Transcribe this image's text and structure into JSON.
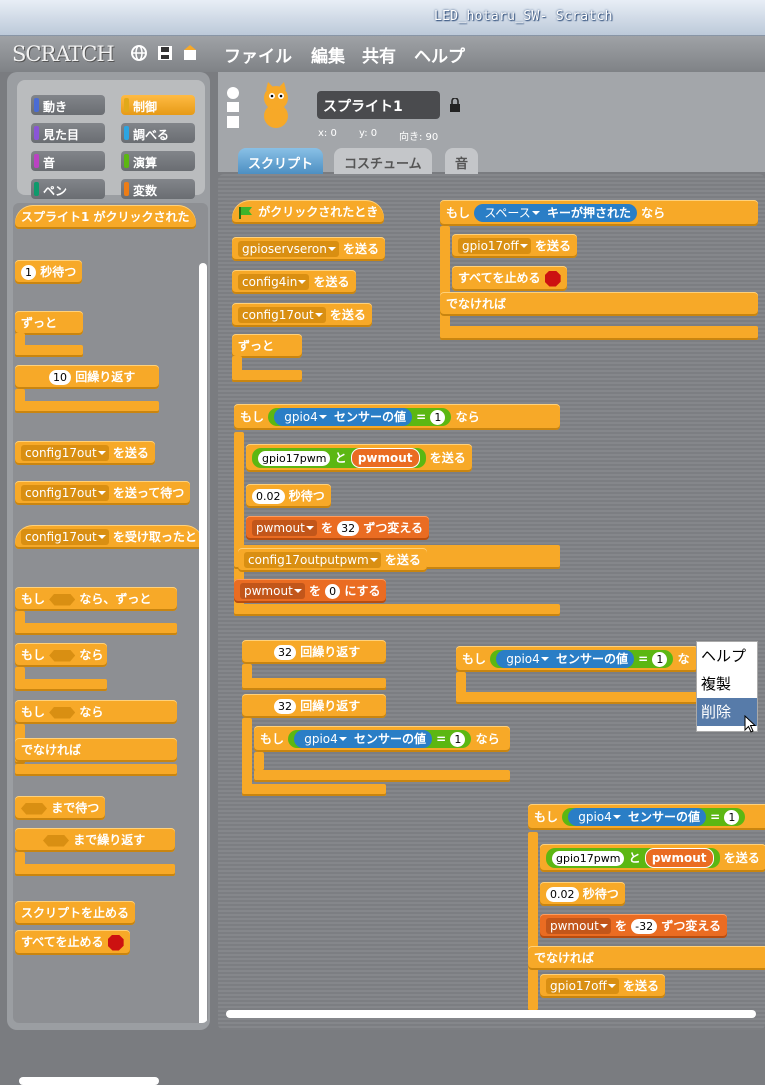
{
  "window": {
    "title": "LED_hotaru_SW- Scratch"
  },
  "menu": {
    "logo": "SCRATCH",
    "items": [
      "ファイル",
      "編集",
      "共有",
      "ヘルプ"
    ]
  },
  "categories": [
    {
      "label": "動き",
      "color": "#4a6cd4"
    },
    {
      "label": "制御",
      "color": "#e1a91a",
      "selected": true
    },
    {
      "label": "見た目",
      "color": "#8a55d7"
    },
    {
      "label": "調べる",
      "color": "#2ca5e2"
    },
    {
      "label": "音",
      "color": "#bb42c3"
    },
    {
      "label": "演算",
      "color": "#5cb712"
    },
    {
      "label": "ペン",
      "color": "#0e9a6c"
    },
    {
      "label": "変数",
      "color": "#ee7d16"
    }
  ],
  "sprite": {
    "name": "スプライト1",
    "x_label": "x: 0",
    "y_label": "y: 0",
    "dir_label": "向き: 90"
  },
  "tabs": [
    "スクリプト",
    "コスチューム",
    "音"
  ],
  "palette_blocks": {
    "when_clicked": "スプライト1 がクリックされた",
    "wait": {
      "num": "1",
      "text": "秒待つ"
    },
    "forever": "ずっと",
    "repeat": {
      "num": "10",
      "text": "回繰り返す"
    },
    "broadcast": {
      "msg": "config17out",
      "text": "を送る"
    },
    "broadcast_wait": {
      "msg": "config17out",
      "text": "を送って待つ"
    },
    "when_receive": {
      "msg": "config17out",
      "text": "を受け取ったと"
    },
    "if_forever": {
      "pre": "もし",
      "post": "なら、ずっと"
    },
    "if": {
      "pre": "もし",
      "post": "なら"
    },
    "if_else": {
      "pre": "もし",
      "post": "なら",
      "else": "でなければ"
    },
    "wait_until": "まで待つ",
    "repeat_until": "まで繰り返す",
    "stop_script": "スクリプトを止める",
    "stop_all": "すべてを止める"
  },
  "script1": {
    "hat": "がクリックされたとき",
    "b1": "gpioservseron",
    "b2": "config4in",
    "b3": "config17out",
    "send": "を送る",
    "forever": "ずっと"
  },
  "script2": {
    "if": "もし",
    "key": "スペース",
    "key_text": "キーが押された",
    "then": "なら",
    "b1": "gpio17off",
    "send": "を送る",
    "stop": "すべてを止める",
    "else": "でなければ"
  },
  "script3": {
    "if": "もし",
    "sensor": "gpio4",
    "sensor_text": "センサーの値",
    "eq": "=",
    "val": "1",
    "then": "なら",
    "pwm": "gpio17pwm",
    "and": "と",
    "var": "pwmout",
    "send": "を送る",
    "wait": "0.02",
    "wait_text": "秒待つ",
    "change_var": "pwmout",
    "change_by": "を",
    "change_val": "32",
    "change_text": "ずつ変える",
    "b2": "config17outputpwm",
    "set_var": "pwmout",
    "set_val": "0",
    "set_text": "にする"
  },
  "script4": {
    "repeat": "32",
    "repeat_text": "回繰り返す",
    "if": "もし",
    "sensor": "gpio4",
    "sensor_text": "センサーの値",
    "val": "1",
    "then": "なら"
  },
  "script5": {
    "if": "もし",
    "sensor": "gpio4",
    "sensor_text": "センサーの値",
    "val": "1",
    "then": "な"
  },
  "script6": {
    "if": "もし",
    "sensor": "gpio4",
    "sensor_text": "センサーの値",
    "val": "1",
    "pwm": "gpio17pwm",
    "and": "と",
    "var": "pwmout",
    "send": "を送る",
    "wait": "0.02",
    "wait_text": "秒待つ",
    "change_var": "pwmout",
    "change_by": "を",
    "change_val": "-32",
    "change_text": "ずつ変える",
    "else": "でなければ",
    "b1": "gpio17off"
  },
  "context_menu": [
    "ヘルプ",
    "複製",
    "削除"
  ]
}
